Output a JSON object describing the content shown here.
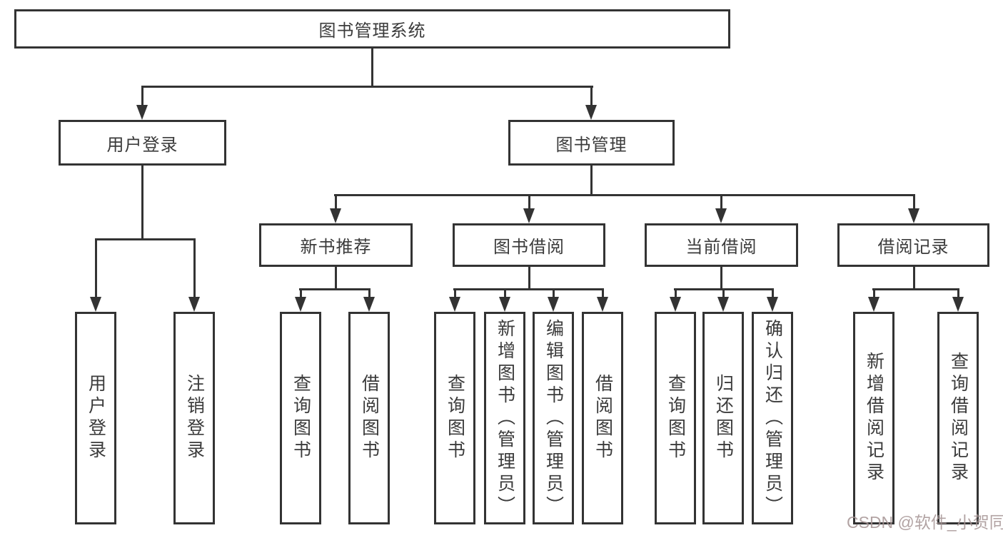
{
  "diagram": {
    "title": "图书管理系统",
    "branches": [
      {
        "label": "用户登录",
        "children": [
          {
            "label": "用户登录"
          },
          {
            "label": "注销登录"
          }
        ]
      },
      {
        "label": "图书管理",
        "children": [
          {
            "label": "新书推荐",
            "children": [
              {
                "label": "查询图书"
              },
              {
                "label": "借阅图书"
              }
            ]
          },
          {
            "label": "图书借阅",
            "children": [
              {
                "label": "查询图书"
              },
              {
                "label": "新增图书（管理员）"
              },
              {
                "label": "编辑图书（管理员）"
              },
              {
                "label": "借阅图书"
              }
            ]
          },
          {
            "label": "当前借阅",
            "children": [
              {
                "label": "查询图书"
              },
              {
                "label": "归还图书"
              },
              {
                "label": "确认归还（管理员）"
              }
            ]
          },
          {
            "label": "借阅记录",
            "children": [
              {
                "label": "新增借阅记录"
              },
              {
                "label": "查询借阅记录"
              }
            ]
          }
        ]
      }
    ]
  },
  "watermark": {
    "text": "CSDN @软件_小贺同学"
  },
  "colors": {
    "line": "#333333",
    "text": "#3b3b3b",
    "watermark": "#a59494",
    "background": "#ffffff"
  }
}
